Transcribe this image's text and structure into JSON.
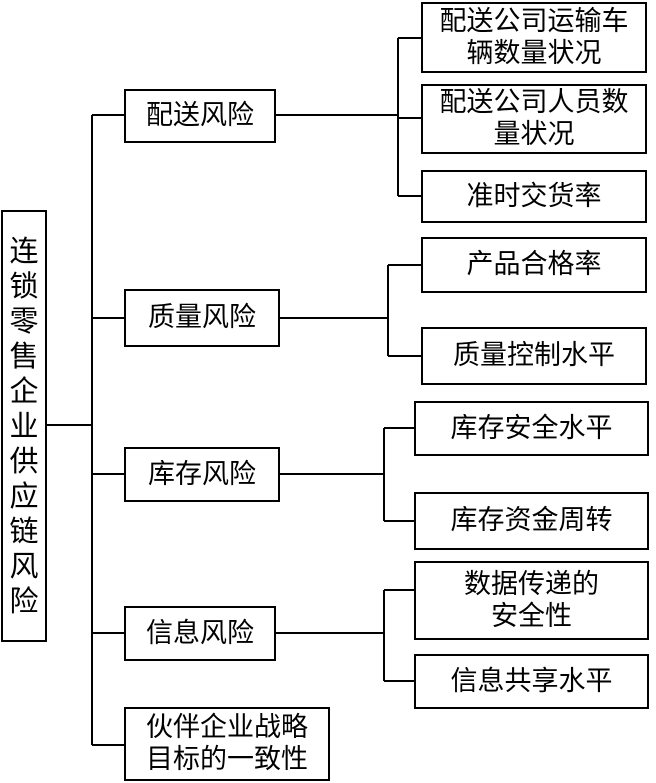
{
  "root": {
    "label": [
      "连",
      "锁",
      "零",
      "售",
      "企",
      "业",
      "供",
      "应",
      "链",
      "风",
      "险"
    ]
  },
  "categories": [
    {
      "label": [
        "配送风险"
      ],
      "children": [
        {
          "label": [
            "配送公司运输车",
            "辆数量状况"
          ]
        },
        {
          "label": [
            "配送公司人员数",
            "量状况"
          ]
        },
        {
          "label": [
            "准时交货率"
          ]
        }
      ]
    },
    {
      "label": [
        "质量风险"
      ],
      "children": [
        {
          "label": [
            "产品合格率"
          ]
        },
        {
          "label": [
            "质量控制水平"
          ]
        }
      ]
    },
    {
      "label": [
        "库存风险"
      ],
      "children": [
        {
          "label": [
            "库存安全水平"
          ]
        },
        {
          "label": [
            "库存资金周转"
          ]
        }
      ]
    },
    {
      "label": [
        "信息风险"
      ],
      "children": [
        {
          "label": [
            "数据传递的",
            "安全性"
          ]
        },
        {
          "label": [
            "信息共享水平"
          ]
        }
      ]
    },
    {
      "label": [
        "伙伴企业战略",
        "目标的一致性"
      ],
      "children": []
    }
  ],
  "colors": {
    "line": "#000000",
    "box_fill": "#ffffff"
  }
}
